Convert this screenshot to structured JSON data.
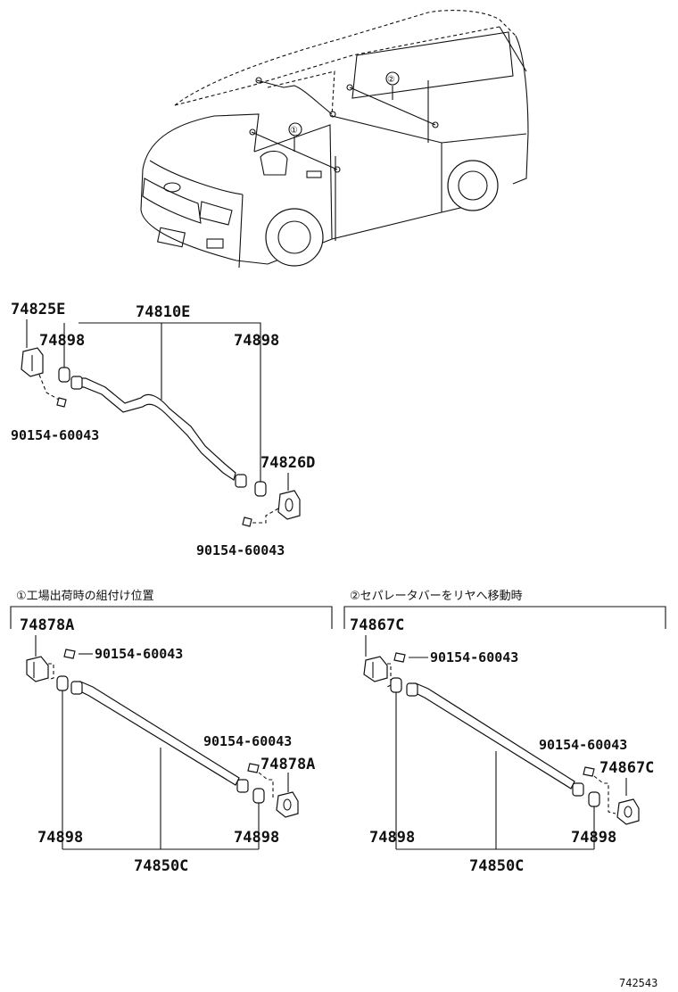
{
  "figure_ref": "742543",
  "van_markers": {
    "m1": "①",
    "m2": "②"
  },
  "top_assembly": {
    "main_part": "74810E",
    "bracket_left": "74825E",
    "cushion_left": "74898",
    "cushion_right": "74898",
    "bracket_right": "74826D",
    "bolt_left": "90154-60043",
    "bolt_right": "90154-60043"
  },
  "section_1": {
    "caption": "①工場出荷時の組付け位置",
    "bracket_left": "74878A",
    "bolt_left": "90154-60043",
    "bolt_right": "90154-60043",
    "bracket_right": "74878A",
    "cushion_left": "74898",
    "cushion_right": "74898",
    "main_part": "74850C"
  },
  "section_2": {
    "caption": "②セパレータバーをリヤへ移動時",
    "bracket_left": "74867C",
    "bolt_left": "90154-60043",
    "bolt_right": "90154-60043",
    "bracket_right": "74867C",
    "cushion_left": "74898",
    "cushion_right": "74898",
    "main_part": "74850C"
  }
}
